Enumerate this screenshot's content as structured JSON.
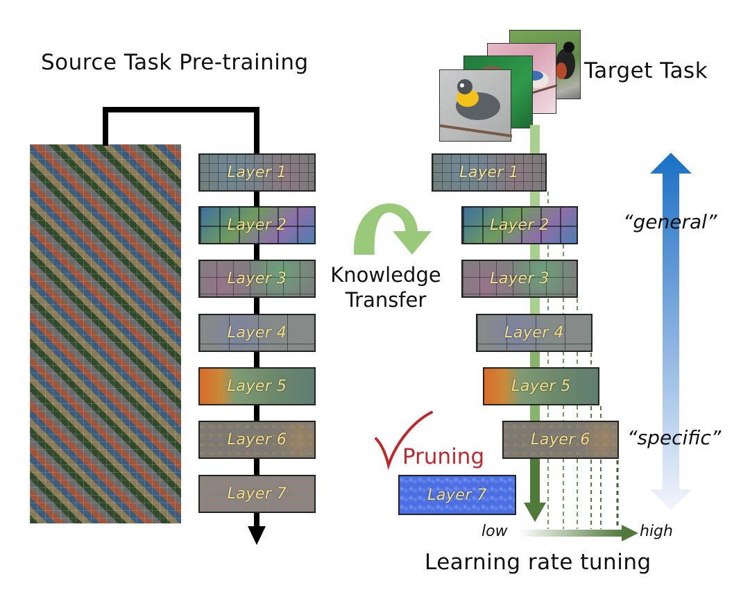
{
  "titles": {
    "source": "Source Task Pre-training",
    "target": "Target Task"
  },
  "knowledge_transfer": {
    "line1": "Knowledge",
    "line2": "Transfer"
  },
  "source_layers": [
    "Layer 1",
    "Layer 2",
    "Layer 3",
    "Layer 4",
    "Layer 5",
    "Layer 6",
    "Layer 7"
  ],
  "target_layers": [
    "Layer 1",
    "Layer 2",
    "Layer 3",
    "Layer 4",
    "Layer 5",
    "Layer 6",
    "Layer 7"
  ],
  "pruning": {
    "label": "Pruning",
    "check_mark": "√"
  },
  "generality_axis": {
    "top_label": "“general”",
    "bottom_label": "“specific”",
    "color": "#1a6fc4"
  },
  "learning_rate": {
    "low_label": "low",
    "high_label": "high",
    "caption": "Learning rate tuning",
    "arrow_color": "#4f7a3a"
  },
  "colors": {
    "transfer_arrow": "#8fc46a",
    "flow_line": "#a9d08e",
    "pruning_text": "#c0282c",
    "layer_text": "#f3e08a"
  }
}
